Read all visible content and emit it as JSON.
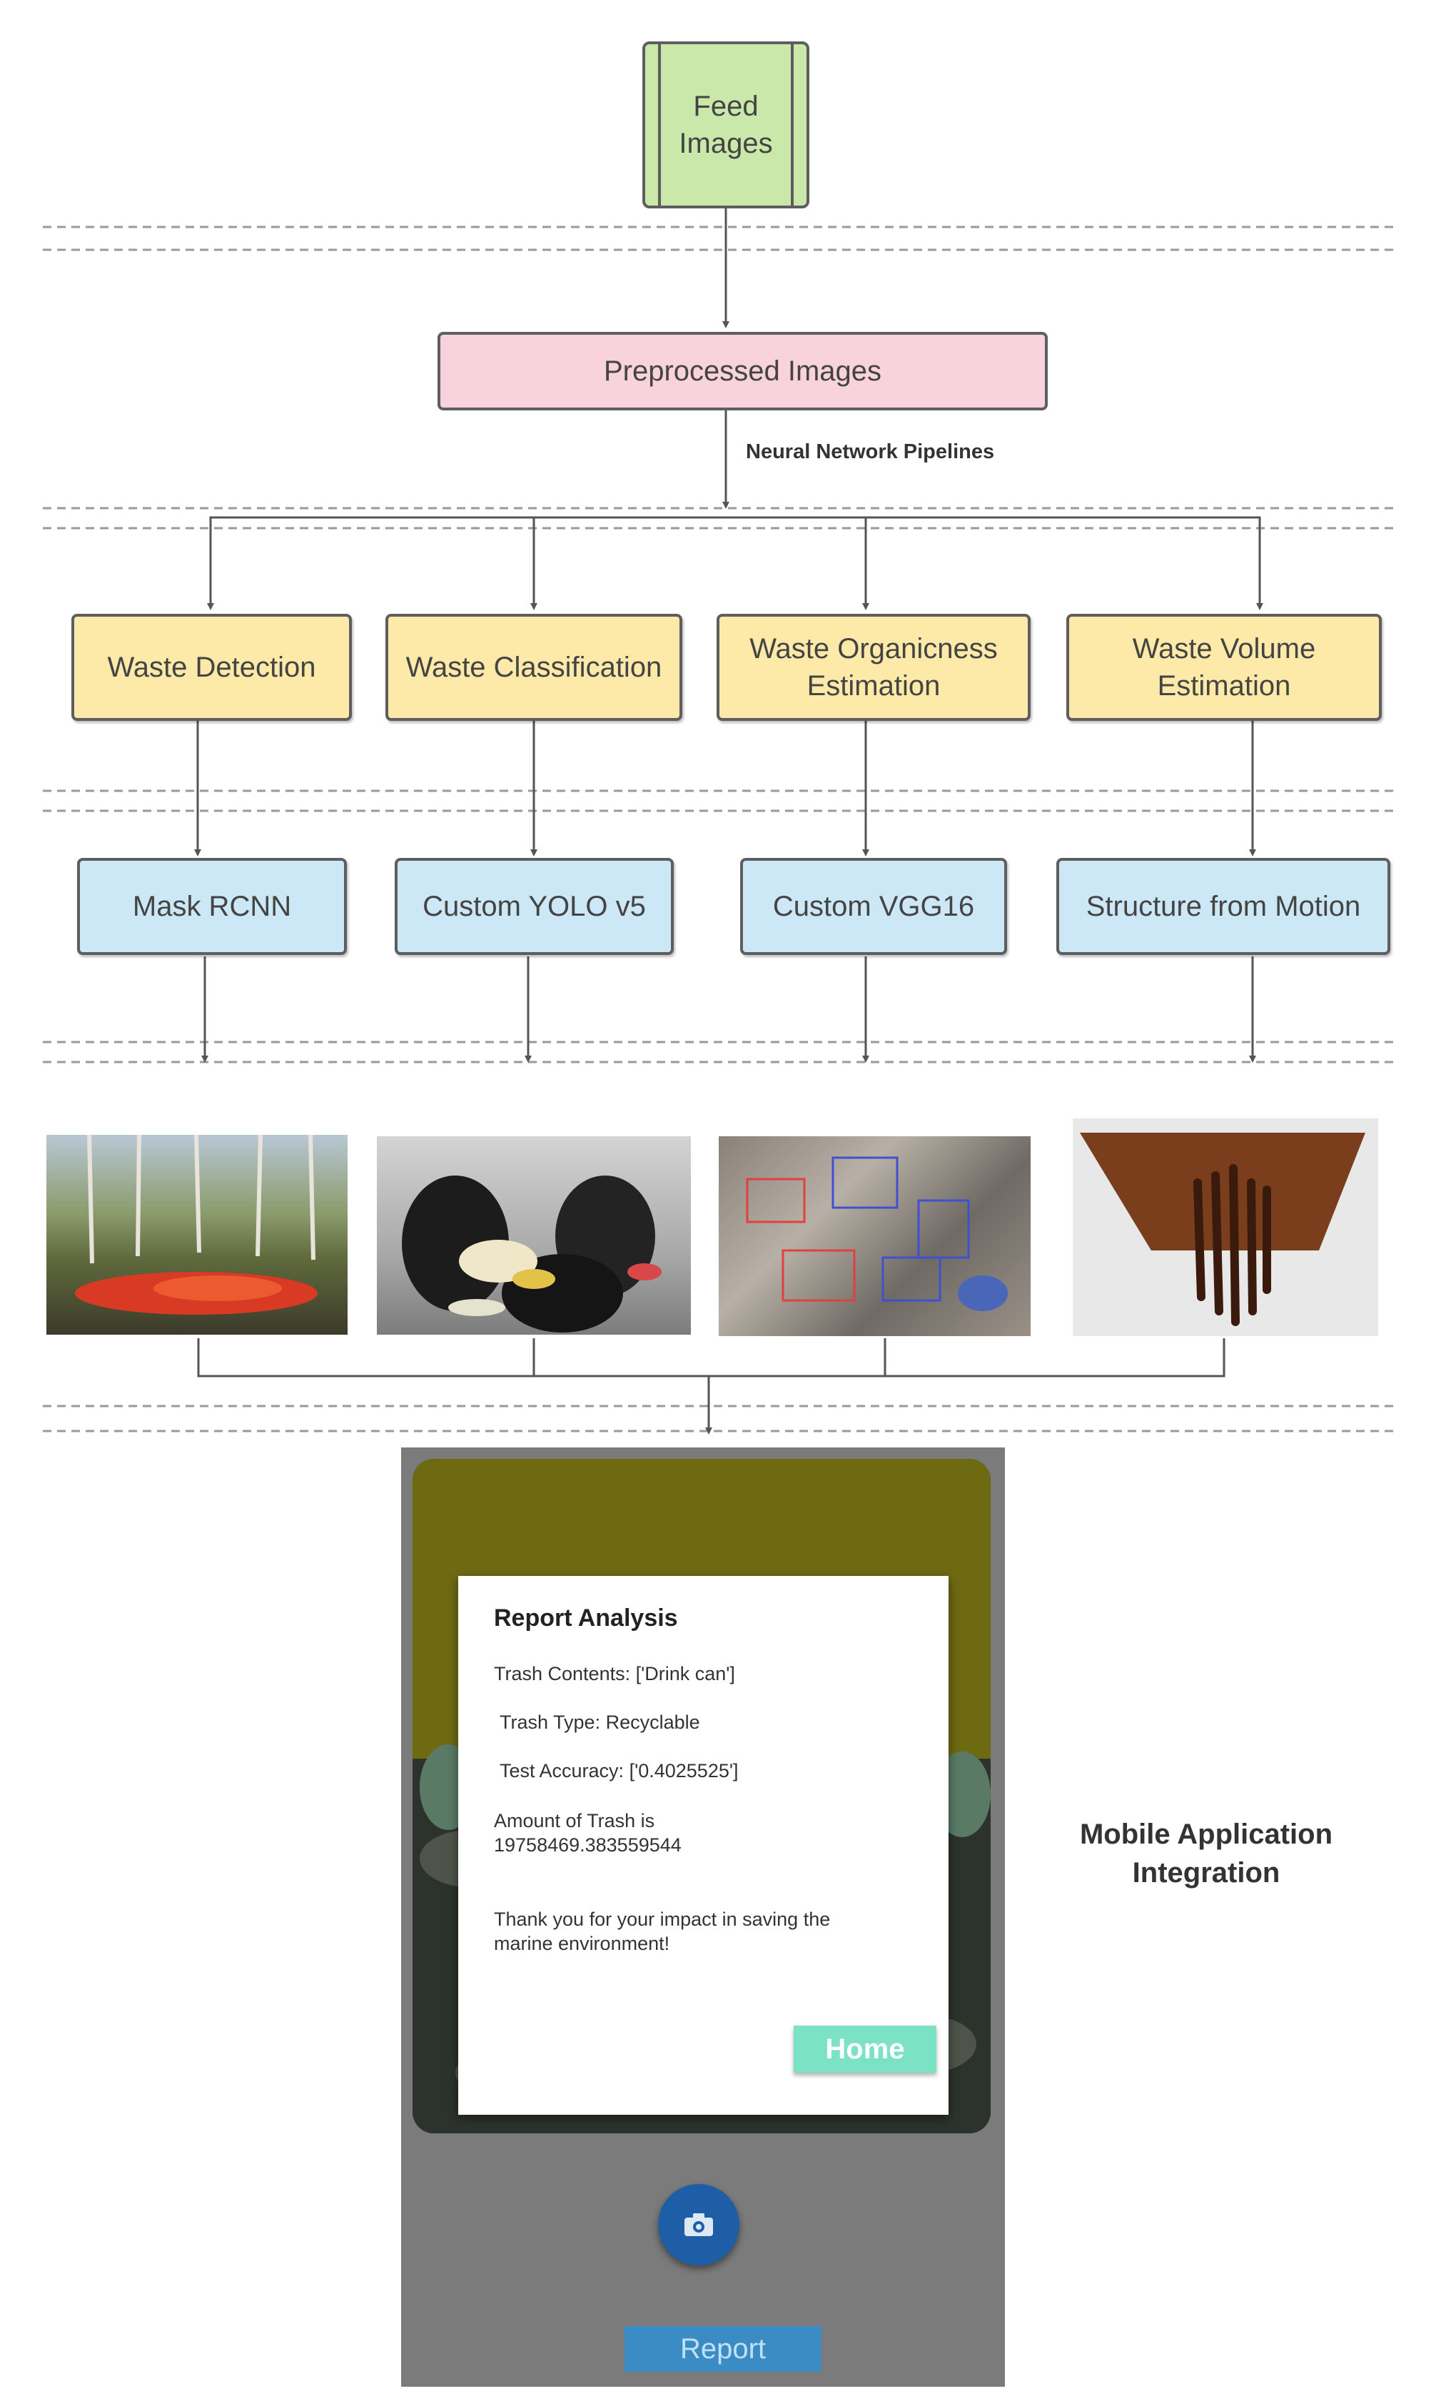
{
  "input": {
    "label": "Feed Images"
  },
  "preprocess": {
    "label": "Preprocessed Images"
  },
  "pipeline_label": "Neural Network Pipelines",
  "tasks": [
    {
      "label": "Waste Detection"
    },
    {
      "label": "Waste Classification"
    },
    {
      "label": "Waste Organicness Estimation"
    },
    {
      "label": "Waste Volume Estimation"
    }
  ],
  "models": [
    {
      "label": "Mask RCNN"
    },
    {
      "label": "Custom YOLO v5"
    },
    {
      "label": "Custom VGG16"
    },
    {
      "label": "Structure from Motion"
    }
  ],
  "mobile_label": "Mobile Application Integration",
  "report_dialog": {
    "title": "Report Analysis",
    "trash_contents": "Trash Contents:  ['Drink can']",
    "trash_type": "Trash Type: Recyclable",
    "test_accuracy": "Test Accuracy: ['0.4025525']",
    "amount_line1": "Amount of Trash is",
    "amount_line2": "19758469.383559544",
    "thanks_line1": "Thank you for your impact in saving the",
    "thanks_line2": "marine environment!",
    "home_button": "Home"
  },
  "report_button": "Report",
  "colors": {
    "feed": "#c9e8a9",
    "preprocess": "#f8d2dd",
    "task": "#fde9a8",
    "model": "#cce7f5",
    "home_button": "#7be3c4",
    "camera_button": "#1d5ea6",
    "report_button": "#3b8cc4"
  },
  "icons": {
    "camera_button": "camera-icon"
  }
}
